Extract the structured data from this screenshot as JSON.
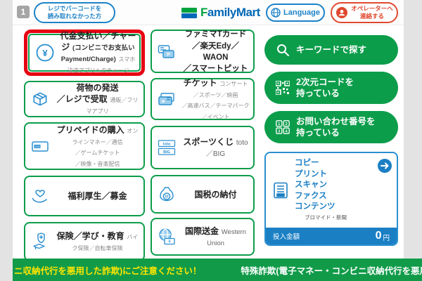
{
  "header": {
    "step_badge": "1",
    "barcode_button": "レジでバーコードを\n読み取れなかった方",
    "logo_f": "F",
    "logo_rest": "amilyMart",
    "language_button": "Language",
    "operator_button": "オペレーターへ\n連絡する"
  },
  "menu_left": [
    {
      "title": "代金支払い／チャージ",
      "note": "(コンビニでお支払い\nPayment/Charge)",
      "sub": "スマホ決済アプリへのチャージ"
    },
    {
      "title": "荷物の発送\n／レジで受取",
      "sub": "通販／フリマアプリ"
    },
    {
      "title": "プリペイドの購入",
      "sub": "オンラインマネー／通信\n／ゲームチケット\n／映像・音楽配信"
    },
    {
      "title": "福利厚生／募金"
    },
    {
      "title": "保険／学び・教育",
      "sub": "バイク保険／自転車保険"
    }
  ],
  "menu_mid": [
    {
      "title": "ファミマTカード\n／楽天Edy／WAON\n／スマートピット"
    },
    {
      "title": "チケット",
      "sub": "コンサート／スポーツ／映画\n／高速バス／テーマパーク\n／イベント"
    },
    {
      "title": "スポーツくじ",
      "sub": "toto／BIG"
    },
    {
      "title": "国税の納付"
    },
    {
      "title": "国際送金",
      "sub": "Western Union"
    }
  ],
  "right": {
    "keyword_button": "キーワードで探す",
    "qr_button": "2次元コードを\n持っている",
    "inquiry_button": "お問い合わせ番号を\n持っている",
    "copy_box": {
      "items": [
        "コピー",
        "プリント",
        "スキャン",
        "ファクス",
        "コンテンツ"
      ],
      "sub": "ブロマイド・新聞",
      "amount_label": "投入金額",
      "amount_value": "0",
      "amount_unit": "円"
    }
  },
  "ticker": {
    "warning": "ニ収納代行を悪用した詐欺)にご注意ください！",
    "message": "特殊詐欺(電子マネー・コンビニ収納代行を悪用した詐欺)"
  },
  "colors": {
    "famima_green": "#00a33e",
    "famima_blue": "#0068b7",
    "button_green": "#0c9d4b",
    "icon_blue": "#2a8fd0",
    "highlight_red": "#e60012",
    "ticker_green": "#119b49",
    "ticker_yellow": "#ffe600",
    "amount_blue": "#1b7fc4"
  }
}
